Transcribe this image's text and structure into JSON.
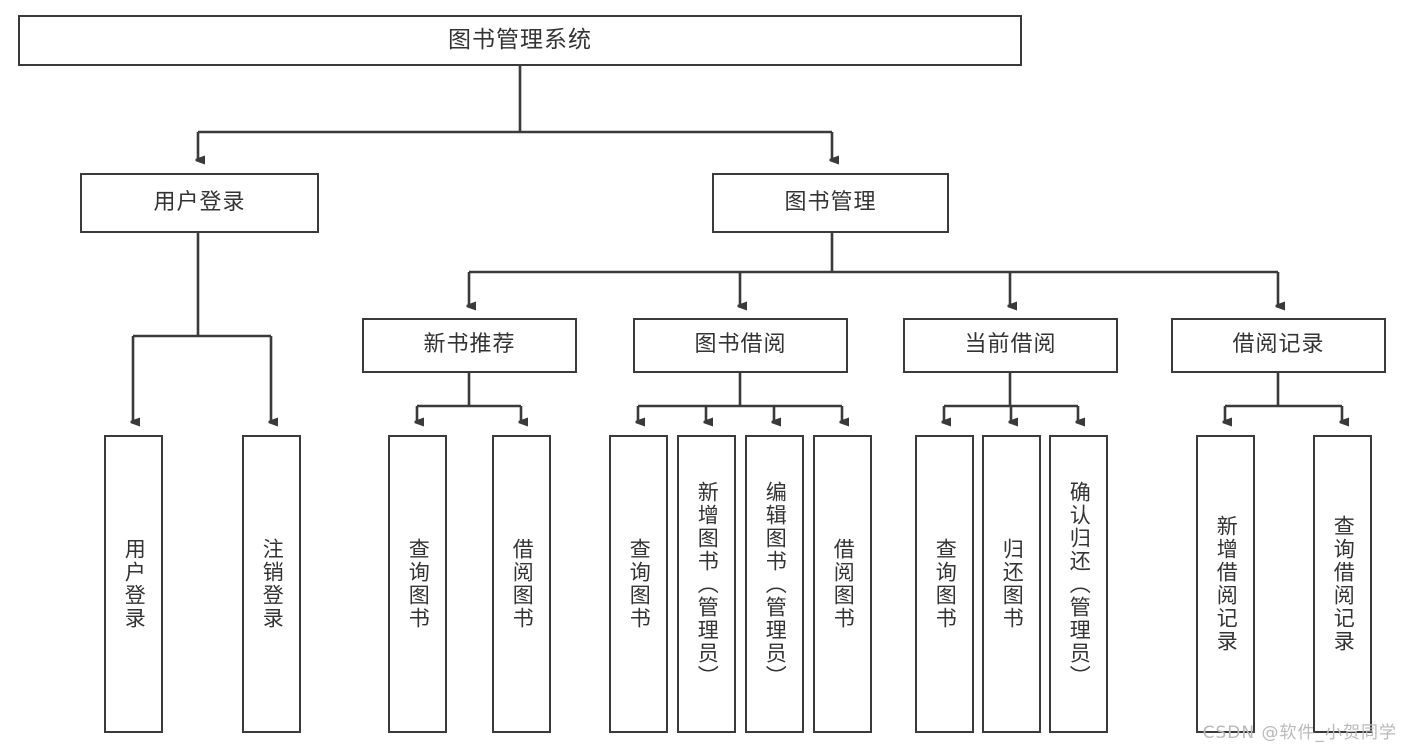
{
  "diagram": {
    "title": "图书管理系统",
    "type": "tree-hierarchy",
    "watermark": "CSDN @软件_小贺同学",
    "colors": {
      "stroke": "#3a3a3a",
      "text": "#333333",
      "background": "#ffffff",
      "watermark": "#b9b9b9"
    },
    "root": {
      "label": "图书管理系统"
    },
    "level2": [
      {
        "label": "用户登录"
      },
      {
        "label": "图书管理"
      }
    ],
    "level3": [
      {
        "label": "新书推荐"
      },
      {
        "label": "图书借阅"
      },
      {
        "label": "当前借阅"
      },
      {
        "label": "借阅记录"
      }
    ],
    "leaves": {
      "user_login": [
        {
          "label": "用户登录"
        },
        {
          "label": "注销登录"
        }
      ],
      "new_book_recommend": [
        {
          "label": "查询图书"
        },
        {
          "label": "借阅图书"
        }
      ],
      "book_borrow": [
        {
          "label": "查询图书"
        },
        {
          "label": "新增图书（管理员）"
        },
        {
          "label": "编辑图书（管理员）"
        },
        {
          "label": "借阅图书"
        }
      ],
      "current_borrow": [
        {
          "label": "查询图书"
        },
        {
          "label": "归还图书"
        },
        {
          "label": "确认归还（管理员）"
        }
      ],
      "borrow_records": [
        {
          "label": "新增借阅记录"
        },
        {
          "label": "查询借阅记录"
        }
      ]
    }
  }
}
